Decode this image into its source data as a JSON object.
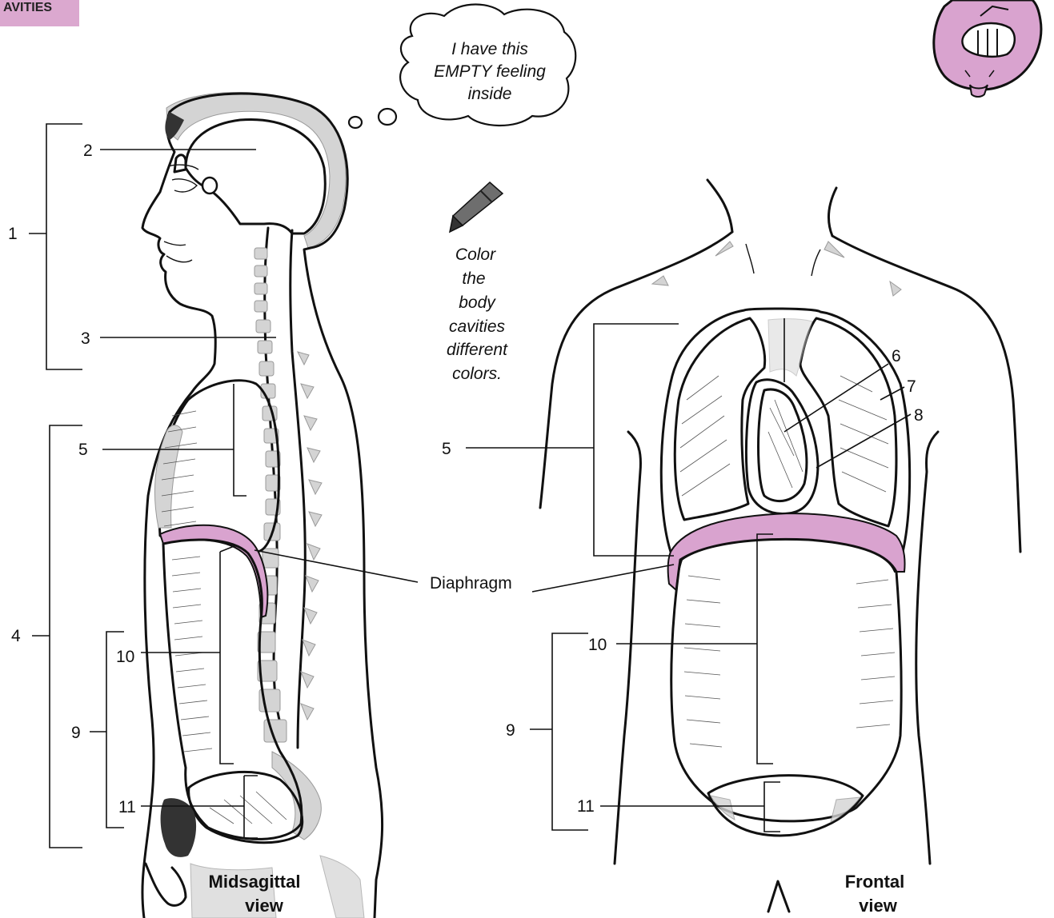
{
  "header_tag": "AVITIES",
  "thought_bubble": [
    "I have this",
    "EMPTY feeling",
    "inside"
  ],
  "instruction": [
    "Color",
    "the",
    "body",
    "cavities",
    "different",
    "colors."
  ],
  "labels": {
    "n1": "1",
    "n2": "2",
    "n3": "3",
    "n4": "4",
    "n5_left": "5",
    "n9_left": "9",
    "n10_left": "10",
    "n11_left": "11",
    "n5_right": "5",
    "n6": "6",
    "n7": "7",
    "n8": "8",
    "n9_right": "9",
    "n10_right": "10",
    "n11_right": "11",
    "diaphragm": "Diaphragm"
  },
  "views": {
    "midsagittal": [
      "Midsagittal",
      "view"
    ],
    "frontal": [
      "Frontal",
      "view"
    ]
  },
  "colors": {
    "diaphragm": "#d9a3cf",
    "tag_bg": "#dba8cf",
    "gray_fill": "#d4d4d4"
  }
}
